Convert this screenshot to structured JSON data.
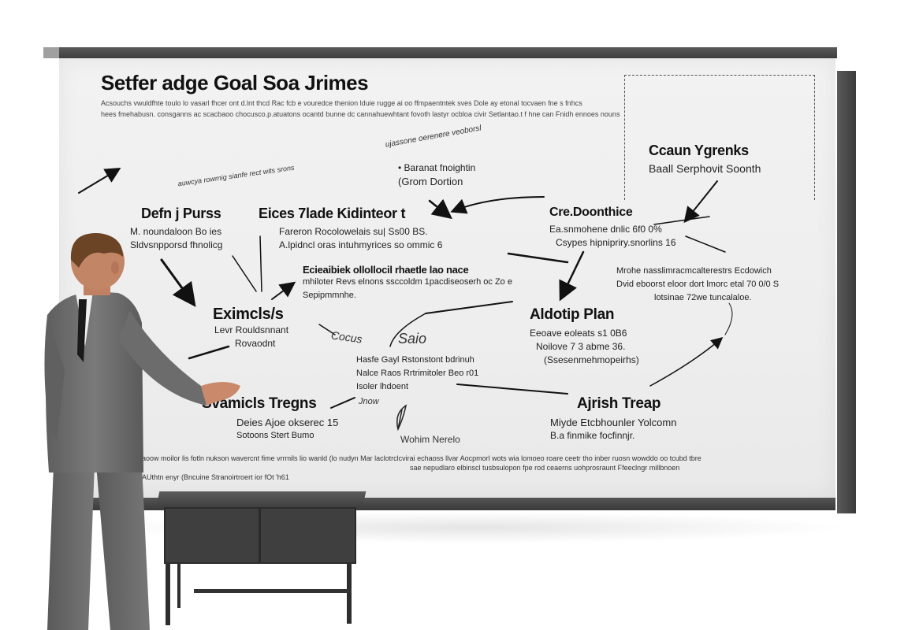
{
  "board": {
    "title": "Setfer adge Goal Soa Jrimes",
    "intro_lines": [
      "Acsouchs vwuldfhte toulo lo vasarl fhcer ont d.lnt thcd Rac fcb e vouredce thenion lduie rugge ai oo ffmpaentntek sves Dole ay etonal tocvaen fne s fnhcs",
      "hees fmehabusn. consganns ac scacbaoo chocusco.p.atuatons ocantd bunne dc cannahuewhtant fovoth lastyr ocbloa civir Setlantao.t f hne can Fnidh ennoes nouns"
    ]
  },
  "nodes": {
    "top_center": {
      "line1": "• Baranat fnoightin",
      "line2": "(Grom Dortion"
    },
    "cadm": {
      "heading": "Ccaun Ygrenks",
      "line1": "Baall Serphovit Soonth"
    },
    "defn": {
      "heading": "Defn j Purss",
      "line1": "M. noundaloon Bo ies",
      "line2": "Sldvsnpporsd fhnolicg"
    },
    "eices": {
      "heading": "Eices 7lade Kidinteor t",
      "line1": "Fareron Rocolowelais su| Ss00 BS.",
      "line2": "A.lpidncl oras intuhmyrices so ommic 6"
    },
    "cre": {
      "heading": "Cre.Doonthice",
      "line1": "Ea.snmohene dnlic 6f0 0%",
      "line2": "Csypes hipnipriry.snorlins 16"
    },
    "center_mid": {
      "heading": "Ecieaibiek ollollocil rhaetle lao nace",
      "line1": "mhiloter Revs elnons ssccoldm 1pacdiseoserh oc Zo e",
      "line2": "Sepipmmnhe."
    },
    "right_mid": {
      "line1": "Mrohe nasslimracmcalterestrs Ecdowich",
      "line2": "Dvid eboorst eloor dort lmorc etal 70 0/0 S",
      "line3": "lotsinae 72we tuncalaloe."
    },
    "exims": {
      "heading": "Eximcls/s",
      "line1": "Levr Rouldsnnant",
      "line2": "Rovaodnt"
    },
    "aldotip": {
      "heading": "Aldotip Plan",
      "line1": "Eeoave eoleats s1 0B6",
      "line2": "Noilove 7 3 abme 36.",
      "line3": "(Ssesenmehmopeirhs)"
    },
    "center_low": {
      "line1": "Hasfe Gayl Rstonstont bdrinuh",
      "line2": "Nalce Raos Rrtrimitoler Beo r01",
      "line3": "Isoler lhdoent"
    },
    "svamics": {
      "heading": "Svamicls Tregns",
      "line1": "Deies Ajoe okserec 15",
      "line2": "Sotoons Stert Bumo"
    },
    "ajrish": {
      "heading": "Ajrish Treap",
      "line1": "Miyde Etcbhounler Yolcomn",
      "line2": "B.a finmike focfinnjr."
    }
  },
  "hand_notes": {
    "curve_top": "ujassone oerenere veoborsl",
    "curve_left": "auwcya rowrnig sianfe rect wits srons",
    "focus": "Cocus",
    "plan": "Saio",
    "draw": "Jnow",
    "bottom_center": "Wohim Nerelo"
  },
  "footer_lines": [
    "aoow moilor lis fotln nukson wavercnt fime vrrmils lio wanld (lo nudyn Mar laclotrclcvirai echaoss llvar Aocpmorl wots wia lomoeo roare ceetr tho inber ruosn wowddo oo tcubd tbre",
    "sae nepudlaro elbinscl tusbsulopon fpe rod ceaerns uohprosraunt Ffeeclngr millbnoen",
    "AUthtn enyr (Bncuine Stranoirtroert ior fOt 'h61"
  ],
  "colors": {
    "board": "#eeeeee",
    "frame": "#3f3f3f",
    "ink": "#111111",
    "suit": "#707070",
    "hair": "#6b4325"
  },
  "icons": {
    "presenter": "person-in-suit",
    "desk": "desk",
    "feather": "feather-quill-sketch"
  }
}
